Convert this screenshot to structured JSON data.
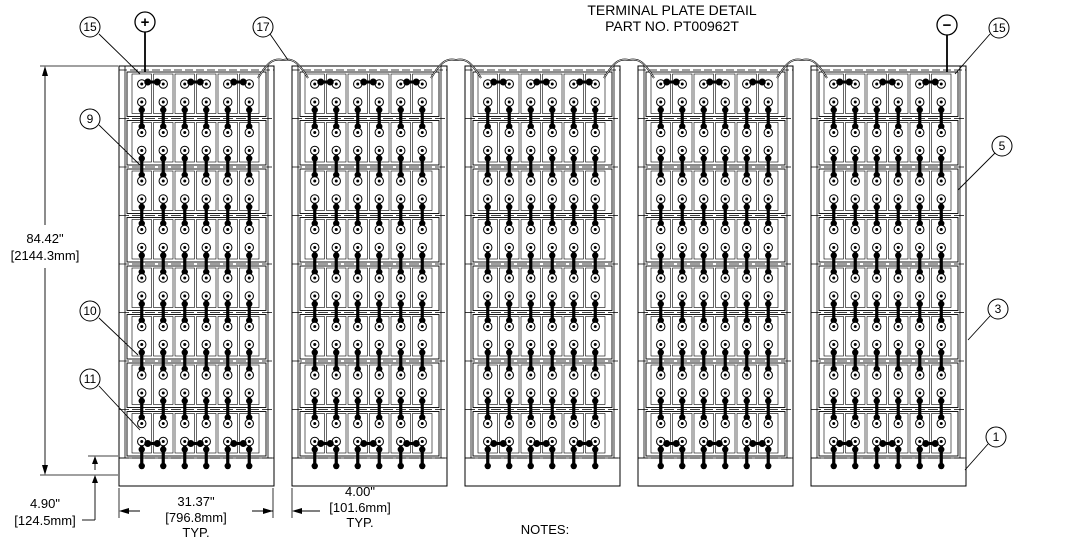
{
  "title": {
    "line1": "TERMINAL PLATE DETAIL",
    "line2": "PART NO. PT00962T"
  },
  "polarity": {
    "positive": "+",
    "negative": "−"
  },
  "balloons": {
    "b15_left": "15",
    "b17": "17",
    "b15_right": "15",
    "b9": "9",
    "b5": "5",
    "b10": "10",
    "b3": "3",
    "b11": "11",
    "b1": "1"
  },
  "dimensions": {
    "height": {
      "imperial": "84.42\"",
      "metric": "[2144.3mm]"
    },
    "base": {
      "imperial": "4.90\"",
      "metric": "[124.5mm]"
    },
    "width": {
      "imperial": "31.37\"",
      "metric": "[796.8mm]",
      "note": "TYP."
    },
    "gap": {
      "imperial": "4.00\"",
      "metric": "[101.6mm]",
      "note": "TYP."
    }
  },
  "notes_label": "NOTES:",
  "layout": {
    "racks": 5,
    "tiers": 8,
    "cells_per_tier": 6
  }
}
